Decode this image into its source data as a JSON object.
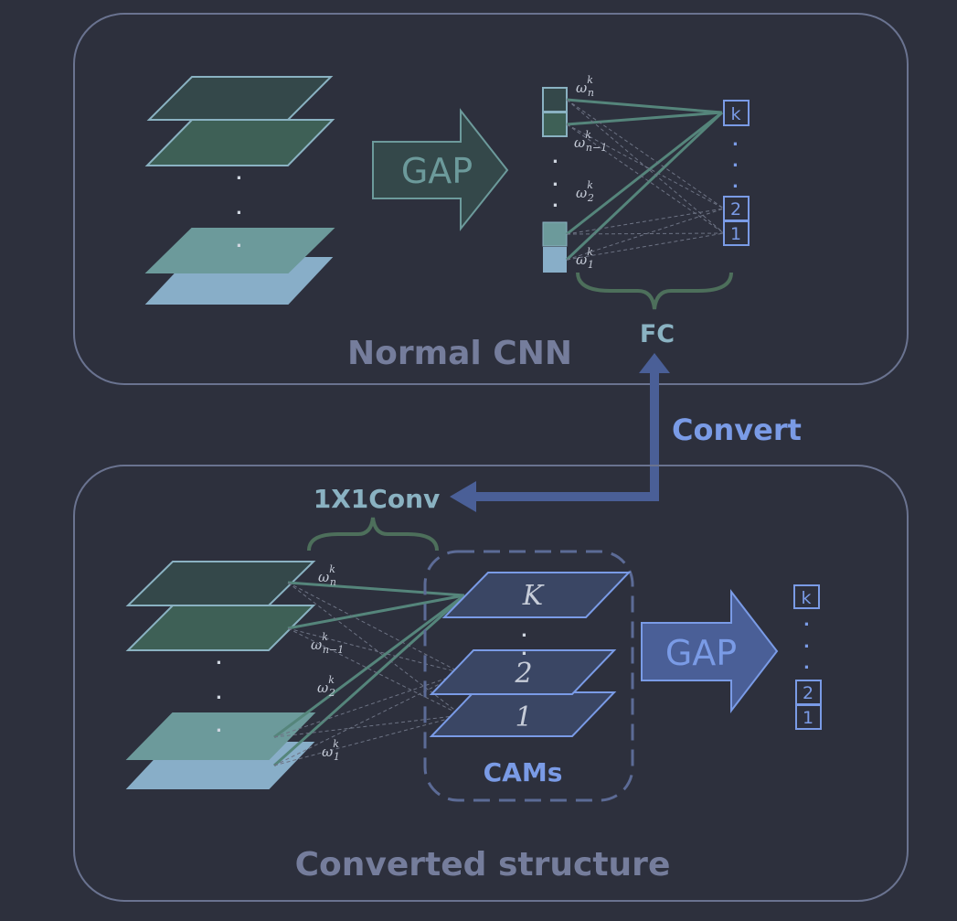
{
  "colors": {
    "background": "#2d303d",
    "panel_border": "#6a7390",
    "panel_title": "#757d9c",
    "blue_text": "#7a9be6",
    "teal_text": "#8ab2c2",
    "arrow_blue": "#4a5f97",
    "dark_green": "#34484a",
    "mid_green": "#3e6056",
    "light_teal": "#6c9a9b",
    "light_blue": "#88aec8",
    "cam_fill": "#3a4664",
    "cam_border": "#7a9be6",
    "green_brace": "#4d6f5b"
  },
  "top_panel": {
    "title": "Normal CNN",
    "gap_label": "GAP",
    "fc_label": "FC",
    "outputs": [
      "k",
      "2",
      "1"
    ],
    "weight_labels": [
      {
        "base": "ω",
        "sub": "n",
        "sup": "k"
      },
      {
        "base": "ω",
        "sub": "n−1",
        "sup": "k"
      },
      {
        "base": "ω",
        "sub": "2",
        "sup": "k"
      },
      {
        "base": "ω",
        "sub": "1",
        "sup": "k"
      }
    ]
  },
  "convert_label": "Convert",
  "conv_label": "1X1Conv",
  "bottom_panel": {
    "title": "Converted structure",
    "cam_labels": [
      "K",
      "2",
      "1"
    ],
    "cams_caption": "CAMs",
    "gap_label": "GAP",
    "outputs": [
      "k",
      "2",
      "1"
    ],
    "weight_labels": [
      {
        "base": "ω",
        "sub": "n",
        "sup": "k"
      },
      {
        "base": "ω",
        "sub": "n−1",
        "sup": "k"
      },
      {
        "base": "ω",
        "sub": "2",
        "sup": "k"
      },
      {
        "base": "ω",
        "sub": "1",
        "sup": "k"
      }
    ]
  }
}
